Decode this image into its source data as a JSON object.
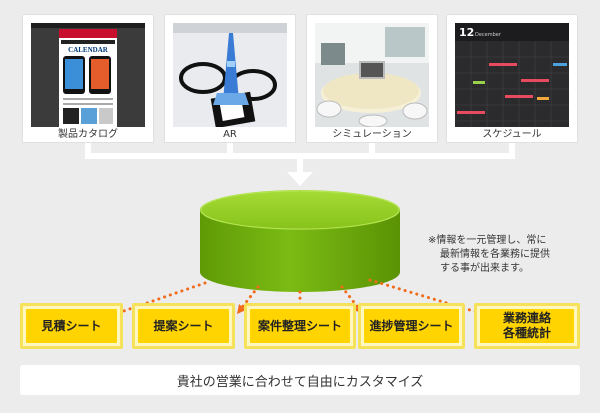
{
  "sources": [
    {
      "label": "製品カタログ"
    },
    {
      "label": "AR"
    },
    {
      "label": "シミュレーション"
    },
    {
      "label": "スケジュール"
    }
  ],
  "note": [
    "※情報を一元管理し、常に",
    "最新情報を各業務に提供",
    "する事が出来ます。"
  ],
  "outputs": [
    {
      "label": "見積シート"
    },
    {
      "label": "提案シート"
    },
    {
      "label": "案件整理シート"
    },
    {
      "label": "進捗管理シート"
    },
    {
      "line1": "業務連絡",
      "line2": "各種統計"
    }
  ],
  "footer": "貴社の営業に合わせて自由にカスタマイズ",
  "schedule_thumb": {
    "day": "12",
    "month": "December"
  },
  "catalog_thumb": {
    "brand": "CALENDAR"
  },
  "colors": {
    "database_top": "#8ecb1e",
    "database_side": "#6aa80c",
    "arrow_dots": "#f26b18",
    "box_fill": "#ffd400",
    "connector": "#ffffff"
  }
}
